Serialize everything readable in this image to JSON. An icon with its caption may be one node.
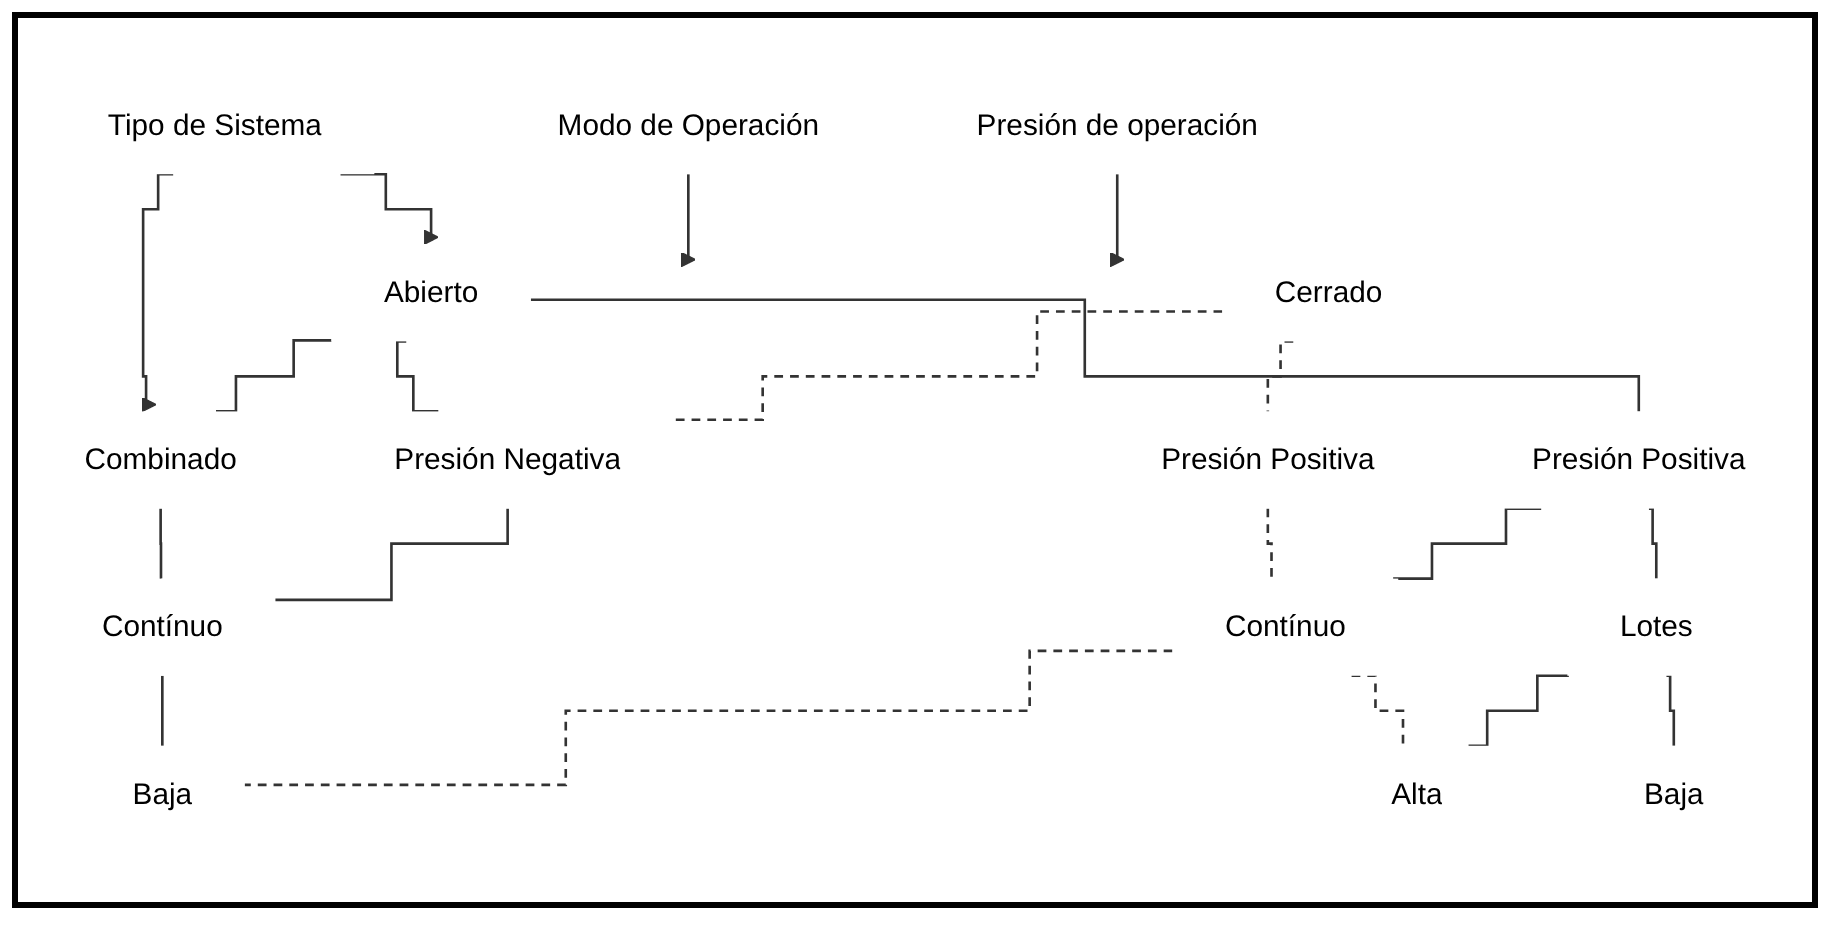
{
  "diagram": {
    "nodes": [
      {
        "text": [
          "Tipo de Sistema"
        ]
      },
      {
        "text": [
          "Abierto"
        ]
      },
      {
        "text": [
          "Cerrado"
        ]
      },
      {
        "text": [
          "Combinado"
        ]
      },
      {
        "text": [
          "Presión Negativa"
        ]
      },
      {
        "text": [
          "Presión Positiva"
        ]
      },
      {
        "text": [
          "Presión Positiva"
        ]
      },
      {
        "text": [
          "Modo de Operación"
        ]
      },
      {
        "text": [
          "Contínuo"
        ]
      },
      {
        "text": [
          "Contínuo"
        ]
      },
      {
        "text": [
          "Lotes"
        ]
      },
      {
        "text": [
          "Presión de operación"
        ]
      },
      {
        "text": [
          "Baja"
        ]
      },
      {
        "text": [
          "Alta"
        ]
      },
      {
        "text": [
          "Baja"
        ]
      }
    ],
    "edges": [
      {
        "from": 0,
        "to": 1,
        "arrow": "to"
      },
      {
        "from": 0,
        "to": 3,
        "arrow": "to"
      },
      {
        "from": 1,
        "to": 3,
        "arrow": "none"
      },
      {
        "from": 1,
        "to": 4,
        "arrow": "none"
      },
      {
        "from": 1,
        "to": 6,
        "arrow": "none"
      },
      {
        "from": 2,
        "to": 4,
        "arrow": "none",
        "style": "dashed"
      },
      {
        "from": 2,
        "to": 5,
        "arrow": "none",
        "style": "dashed"
      },
      {
        "from": 3,
        "to": 8,
        "arrow": "none"
      },
      {
        "from": 4,
        "to": 8,
        "arrow": "none"
      },
      {
        "from": 5,
        "to": 9,
        "arrow": "none",
        "style": "dashed"
      },
      {
        "from": 6,
        "to": 9,
        "arrow": "none"
      },
      {
        "from": 6,
        "to": 10,
        "arrow": "none"
      },
      {
        "from": 7,
        "to": null,
        "arrow": "to"
      },
      {
        "from": 11,
        "to": null,
        "arrow": "to"
      },
      {
        "from": 8,
        "to": 12,
        "arrow": "none"
      },
      {
        "from": 9,
        "to": 12,
        "arrow": "none",
        "style": "dashed"
      },
      {
        "from": 9,
        "to": 13,
        "arrow": "none",
        "style": "dashed"
      },
      {
        "from": 10,
        "to": 13,
        "arrow": "none"
      },
      {
        "from": 10,
        "to": 14,
        "arrow": "none"
      }
    ]
  }
}
